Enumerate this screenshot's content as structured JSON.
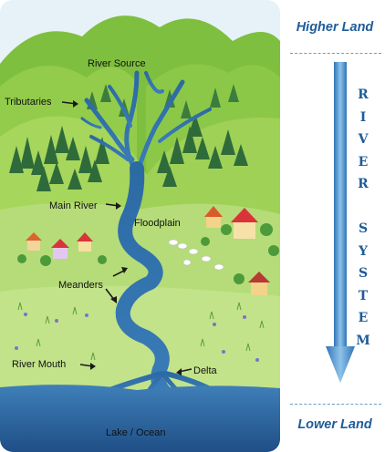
{
  "labels": {
    "river_source": "River Source",
    "tributaries": "Tributaries",
    "main_river": "Main River",
    "floodplain": "Floodplain",
    "meanders": "Meanders",
    "river_mouth": "River Mouth",
    "delta": "Delta",
    "lake_ocean": "Lake / Ocean"
  },
  "side": {
    "higher_land": "Higher Land",
    "lower_land": "Lower Land",
    "vertical_text": [
      "R",
      "I",
      "V",
      "E",
      "R",
      "",
      "S",
      "Y",
      "S",
      "T",
      "E",
      "M"
    ]
  },
  "colors": {
    "sky": "#e8f3f9",
    "mountain_back": "#7fc241",
    "mountain_front": "#a4d65a",
    "meadow": "#b7de7a",
    "river": "#2e6fa8",
    "water": "#2f6aa3",
    "accent_text": "#1f5c97",
    "arrow": "#4b8fcf"
  }
}
